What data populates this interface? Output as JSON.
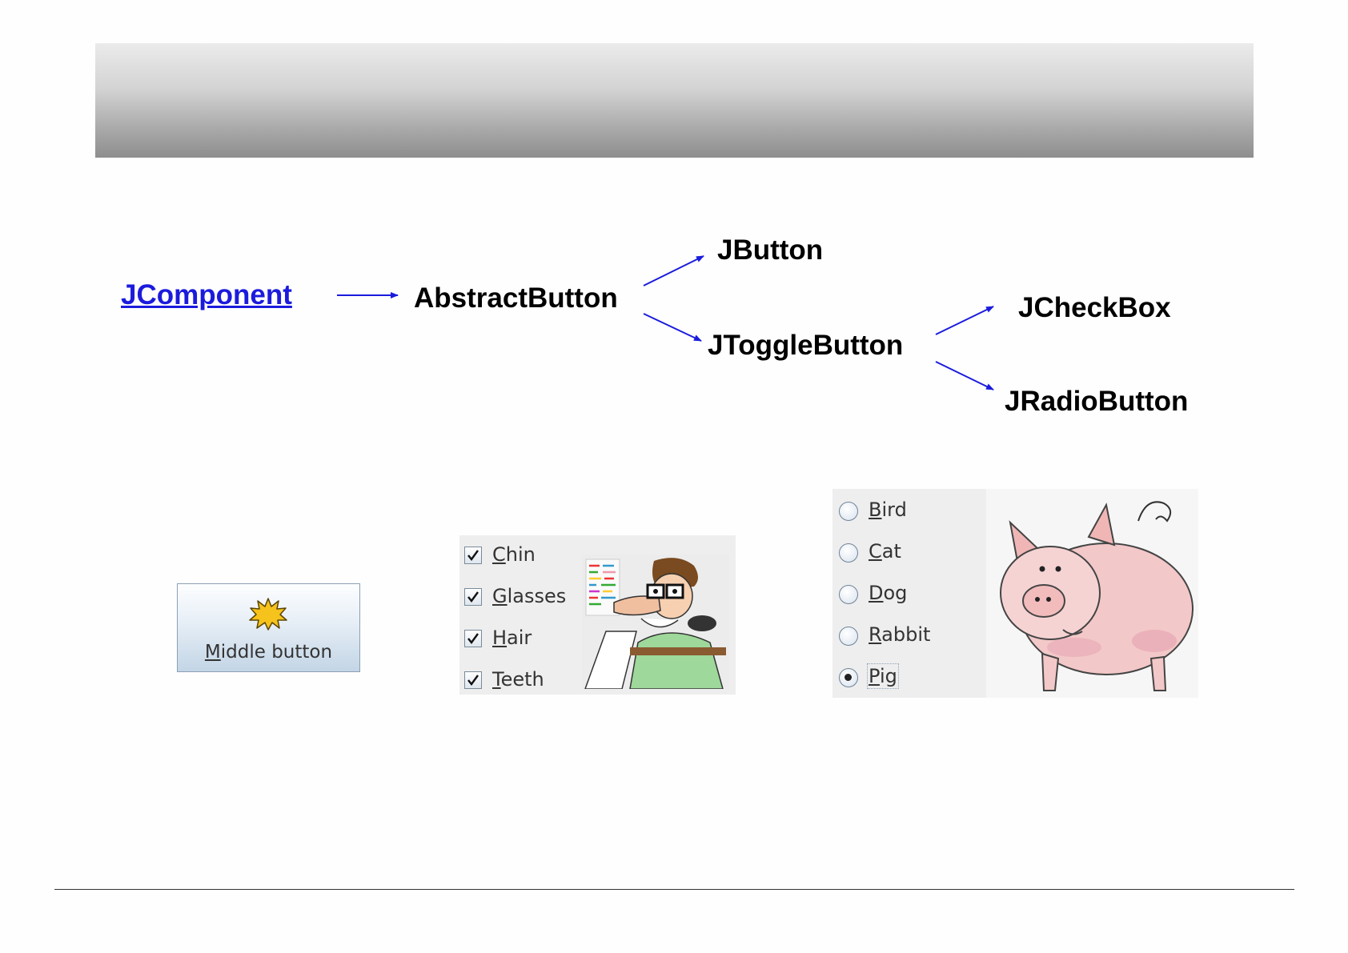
{
  "hierarchy": {
    "root": "JComponent",
    "abstract": "AbstractButton",
    "button": "JButton",
    "toggle": "JToggleButton",
    "checkbox": "JCheckBox",
    "radio": "JRadioButton",
    "arrow_color": "#1b1bdd",
    "link_color": "#1b1bdd"
  },
  "middle_button": {
    "label": "Middle button",
    "mnemonic": "M",
    "icon": "starburst-icon"
  },
  "checkbox_demo": {
    "items": [
      {
        "label": "Chin",
        "mnemonic": "C",
        "checked": true
      },
      {
        "label": "Glasses",
        "mnemonic": "G",
        "checked": true
      },
      {
        "label": "Hair",
        "mnemonic": "H",
        "checked": true
      },
      {
        "label": "Teeth",
        "mnemonic": "T",
        "checked": true
      }
    ],
    "image": "geek-cartoon"
  },
  "radio_demo": {
    "items": [
      {
        "label": "Bird",
        "mnemonic": "B",
        "selected": false
      },
      {
        "label": "Cat",
        "mnemonic": "C",
        "selected": false
      },
      {
        "label": "Dog",
        "mnemonic": "D",
        "selected": false
      },
      {
        "label": "Rabbit",
        "mnemonic": "R",
        "selected": false
      },
      {
        "label": "Pig",
        "mnemonic": "P",
        "selected": true
      }
    ],
    "image": "pig-drawing"
  }
}
